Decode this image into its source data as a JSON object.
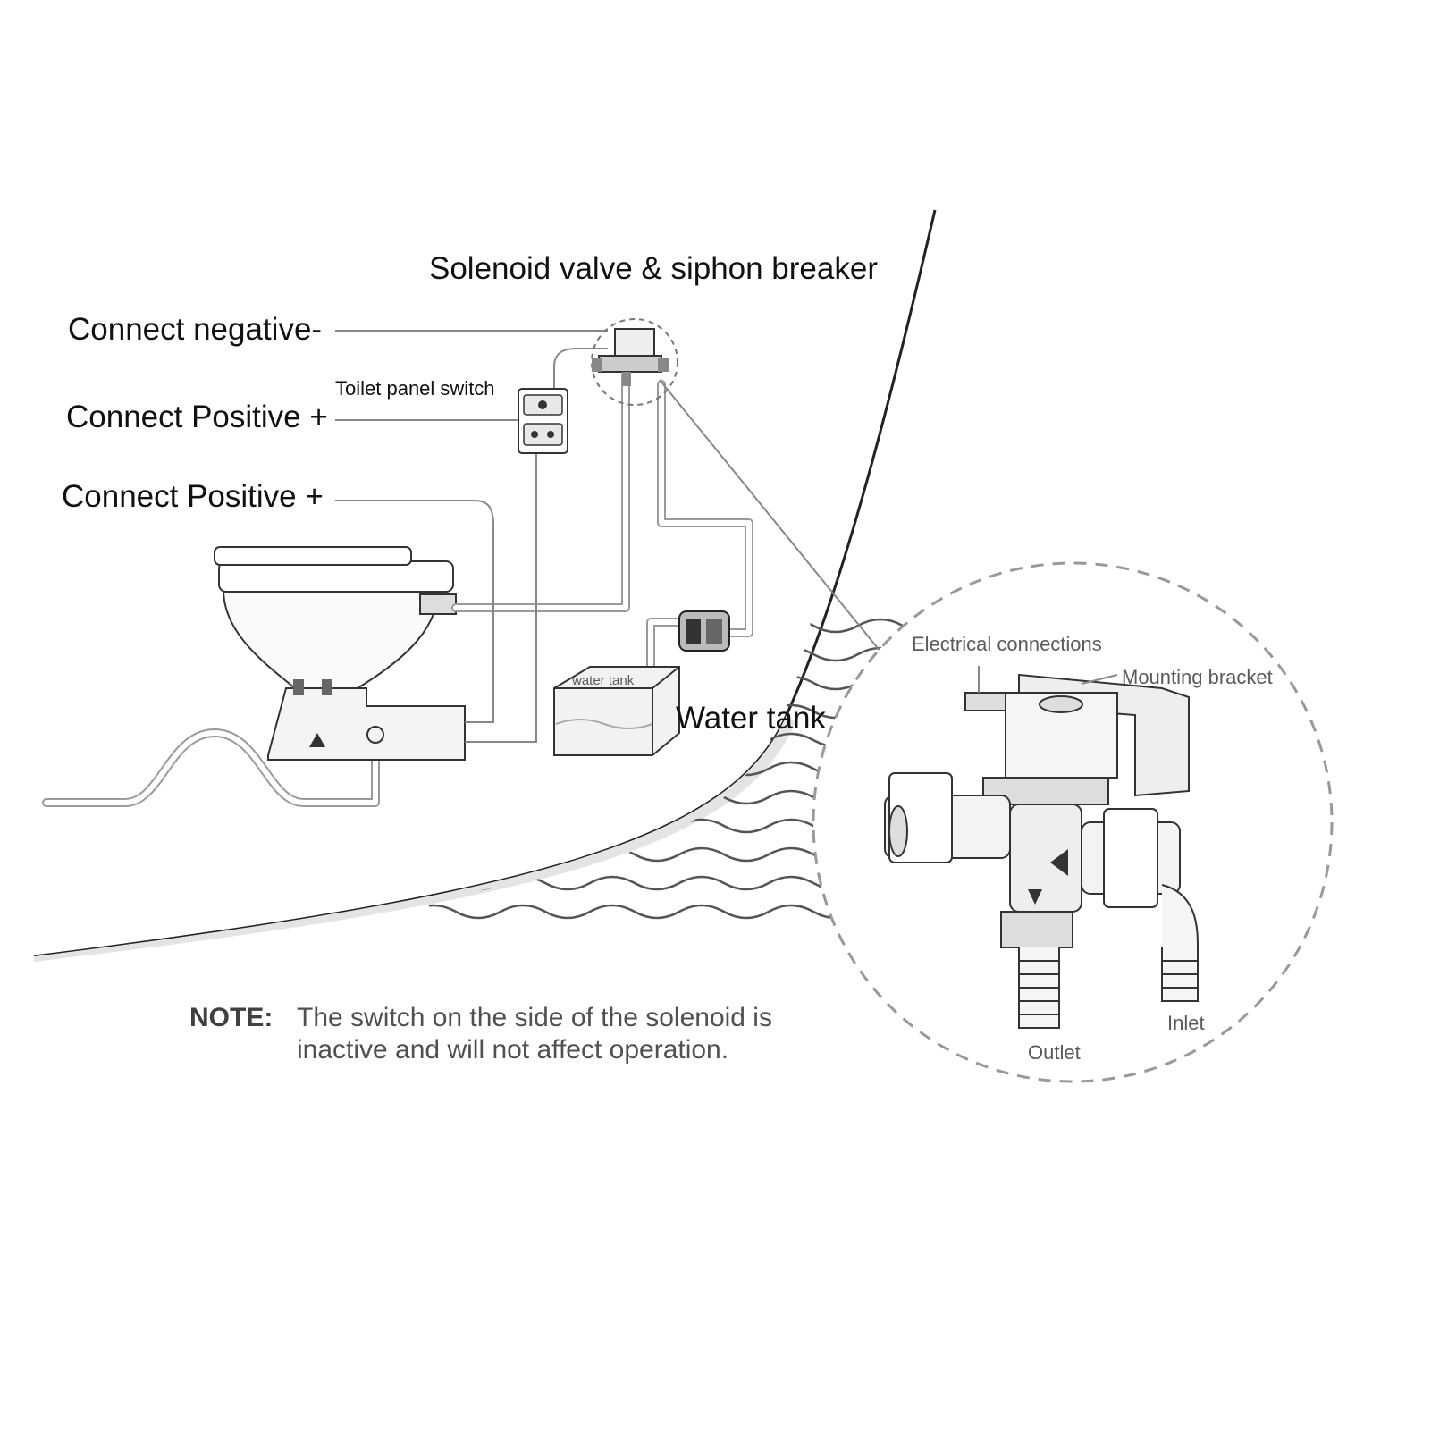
{
  "labels": {
    "solenoid_title": "Solenoid valve & siphon breaker",
    "connect_negative": "Connect negative-",
    "toilet_panel_switch": "Toilet panel switch",
    "connect_positive_1": "Connect Positive +",
    "connect_positive_2": "Connect Positive +",
    "water_tank": "Water tank",
    "water_tank_box": "water tank"
  },
  "detail": {
    "electrical_connections": "Electrical connections",
    "mounting_bracket": "Mounting bracket",
    "outlet": "Outlet",
    "inlet": "Inlet"
  },
  "note": {
    "prefix": "NOTE:",
    "line1": "The switch on the side of the solenoid is",
    "line2": "inactive and will not affect operation."
  }
}
